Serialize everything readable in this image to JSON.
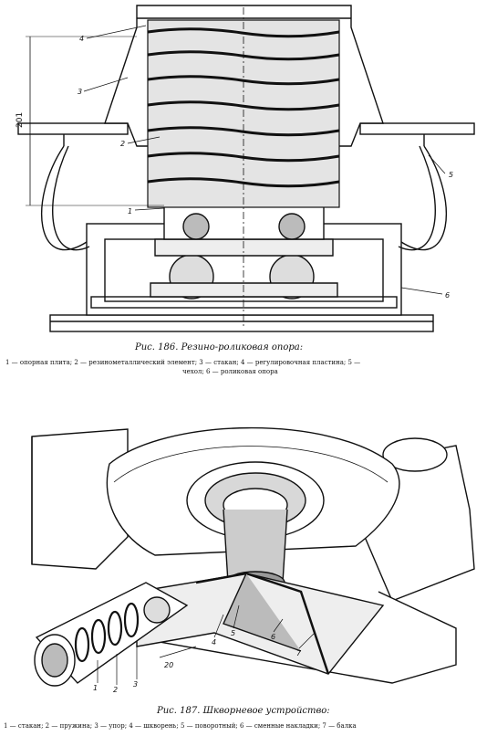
{
  "figure1": {
    "caption_title": "Рис. 186. Резино-роликовая опора:",
    "caption_line1": "1 — опорная плита; 2 — резинометаллический элемент; 3 — стакан; 4 — регулировочная пластина; 5 —",
    "caption_line2": "чехол; 6 — роликовая опора",
    "dimension": "201",
    "labels": [
      "4",
      "3",
      "2",
      "1",
      "5",
      "6"
    ]
  },
  "figure2": {
    "caption_title": "Рис. 187. Шкворневое устройство:",
    "caption_line": "1 — стакан; 2 — пружина; 3 — упор; 4 — шкворень; 5 — поворотный; 6 — сменные накладки; 7 — балка",
    "dimension": "20",
    "labels": [
      "1",
      "2",
      "3",
      "4",
      "5",
      "6",
      "7"
    ]
  }
}
